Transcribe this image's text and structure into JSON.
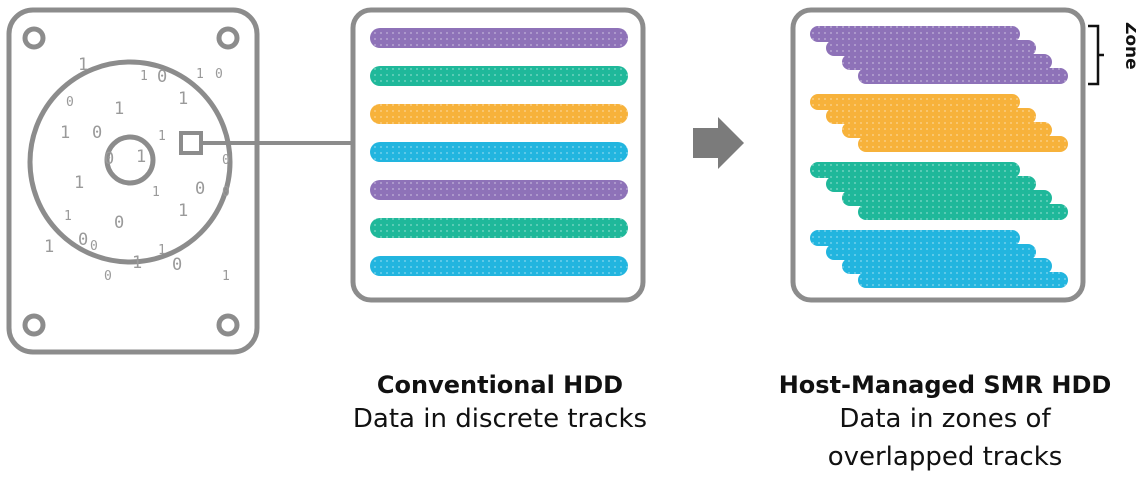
{
  "colors": {
    "outline": "#8c8c8c",
    "purple": "#8e72b8",
    "teal": "#1fb89a",
    "orange": "#f7b23b",
    "blue": "#22b5df",
    "arrow": "#7b7b7b"
  },
  "disk": {
    "digits": [
      "1",
      "1",
      "0",
      "1",
      "0",
      "0",
      "1",
      "1",
      "1",
      "0",
      "1",
      "0",
      "1",
      "0",
      "1",
      "1",
      "0",
      "0",
      "1",
      "0",
      "1",
      "1",
      "0",
      "1",
      "0",
      "1",
      "0",
      "1",
      "0"
    ]
  },
  "conventional": {
    "tracks": [
      "purple",
      "teal",
      "orange",
      "blue",
      "purple",
      "teal",
      "blue"
    ],
    "title": "Conventional HDD",
    "subtitle": "Data in discrete tracks"
  },
  "smr": {
    "zone_label": "Zone",
    "zones": [
      "purple",
      "orange",
      "teal",
      "blue"
    ],
    "tracks_per_zone": 4,
    "title": "Host-Managed SMR HDD",
    "subtitle_line1": "Data in zones of",
    "subtitle_line2": "overlapped tracks"
  },
  "icons": {
    "arrow": "right-arrow-icon",
    "brace": "bracket-icon"
  }
}
